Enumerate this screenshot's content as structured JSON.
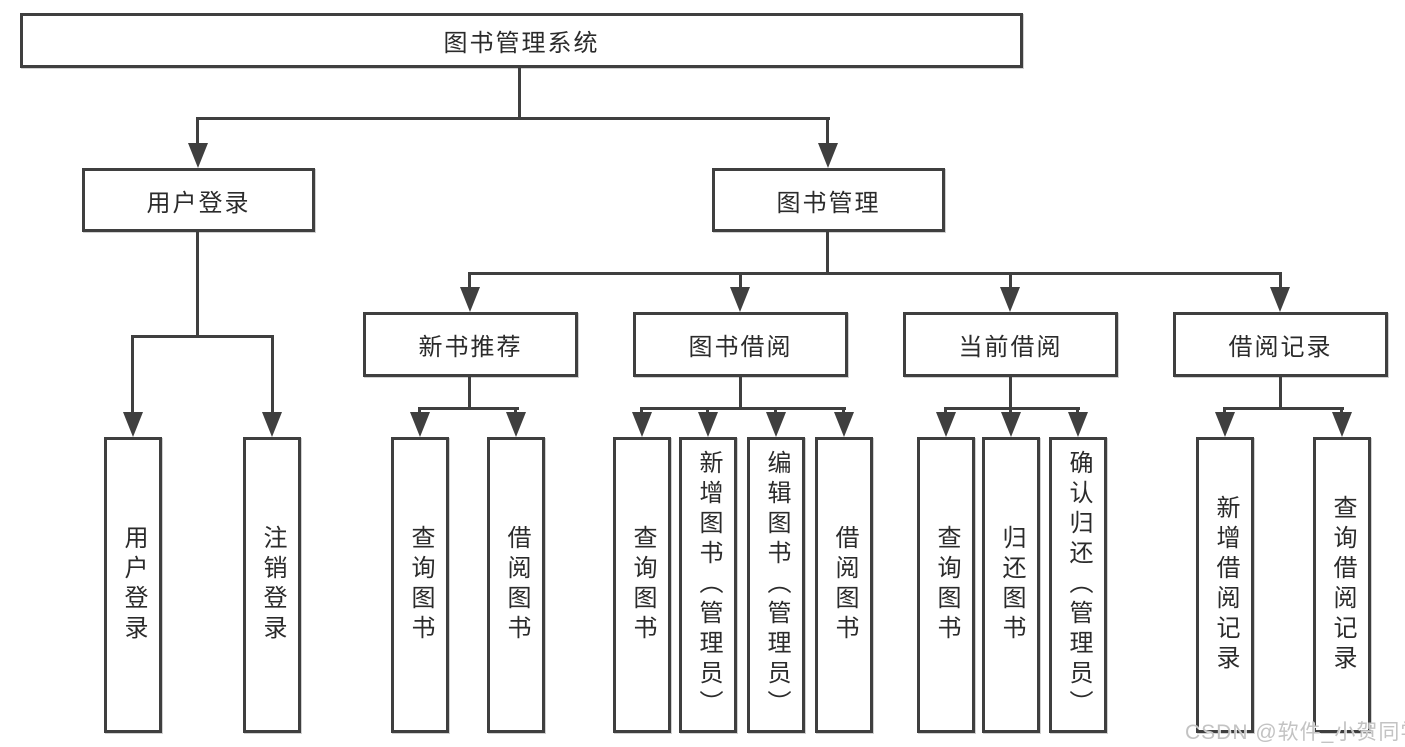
{
  "diagram": {
    "root": {
      "label": "图书管理系统"
    },
    "level2": [
      {
        "label": "用户登录",
        "parent": "图书管理系统"
      },
      {
        "label": "图书管理",
        "parent": "图书管理系统"
      }
    ],
    "level3": [
      {
        "label": "新书推荐",
        "parent": "图书管理"
      },
      {
        "label": "图书借阅",
        "parent": "图书管理"
      },
      {
        "label": "当前借阅",
        "parent": "图书管理"
      },
      {
        "label": "借阅记录",
        "parent": "图书管理"
      }
    ],
    "leaves": [
      {
        "label": "用户登录",
        "parent": "用户登录"
      },
      {
        "label": "注销登录",
        "parent": "用户登录"
      },
      {
        "label": "查询图书",
        "parent": "新书推荐"
      },
      {
        "label": "借阅图书",
        "parent": "新书推荐"
      },
      {
        "label": "查询图书",
        "parent": "图书借阅"
      },
      {
        "label": "新增图书（管理员）",
        "parent": "图书借阅"
      },
      {
        "label": "编辑图书（管理员）",
        "parent": "图书借阅"
      },
      {
        "label": "借阅图书",
        "parent": "图书借阅"
      },
      {
        "label": "查询图书",
        "parent": "当前借阅"
      },
      {
        "label": "归还图书",
        "parent": "当前借阅"
      },
      {
        "label": "确认归还（管理员）",
        "parent": "当前借阅"
      },
      {
        "label": "新增借阅记录",
        "parent": "借阅记录"
      },
      {
        "label": "查询借阅记录",
        "parent": "借阅记录"
      }
    ],
    "watermark": "CSDN @软件_小贺同学",
    "colors": {
      "line": "#3f3f3f",
      "box_fill": "#ffffff",
      "text": "#2b2b2b",
      "watermark": "#c3c3c3"
    }
  }
}
